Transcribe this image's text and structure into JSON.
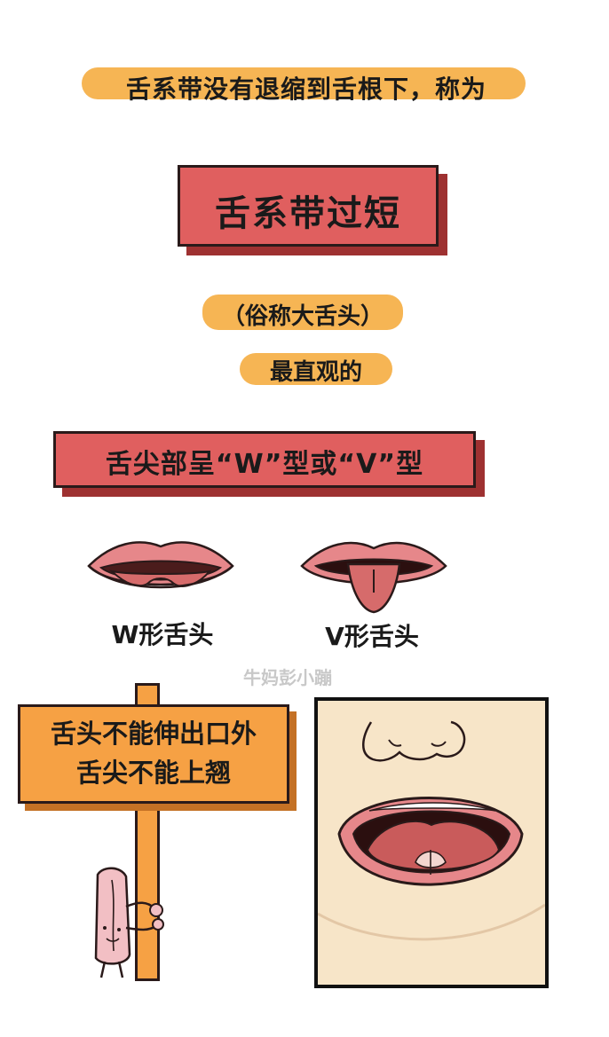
{
  "header": {
    "line1": "舌系带没有退缩到舌根下，称为"
  },
  "title_box": {
    "text": "舌系带过短"
  },
  "subtitle": {
    "paren": "（俗称大舌头）",
    "direct": "最直观的"
  },
  "shape_box": {
    "text": "舌尖部呈“W”型或“V”型"
  },
  "tongue_labels": {
    "w": "W形舌头",
    "v": "V形舌头"
  },
  "watermark": "牛妈彭小蹦",
  "sign": {
    "line1": "舌头不能伸出口外",
    "line2": "舌尖不能上翘"
  },
  "colors": {
    "highlight": "#f6b554",
    "red_box": "#e05f5f",
    "red_shadow": "#9e3131",
    "sign_orange": "#f6a144",
    "skin": "#f7e5c8",
    "lip": "#e6878a"
  }
}
